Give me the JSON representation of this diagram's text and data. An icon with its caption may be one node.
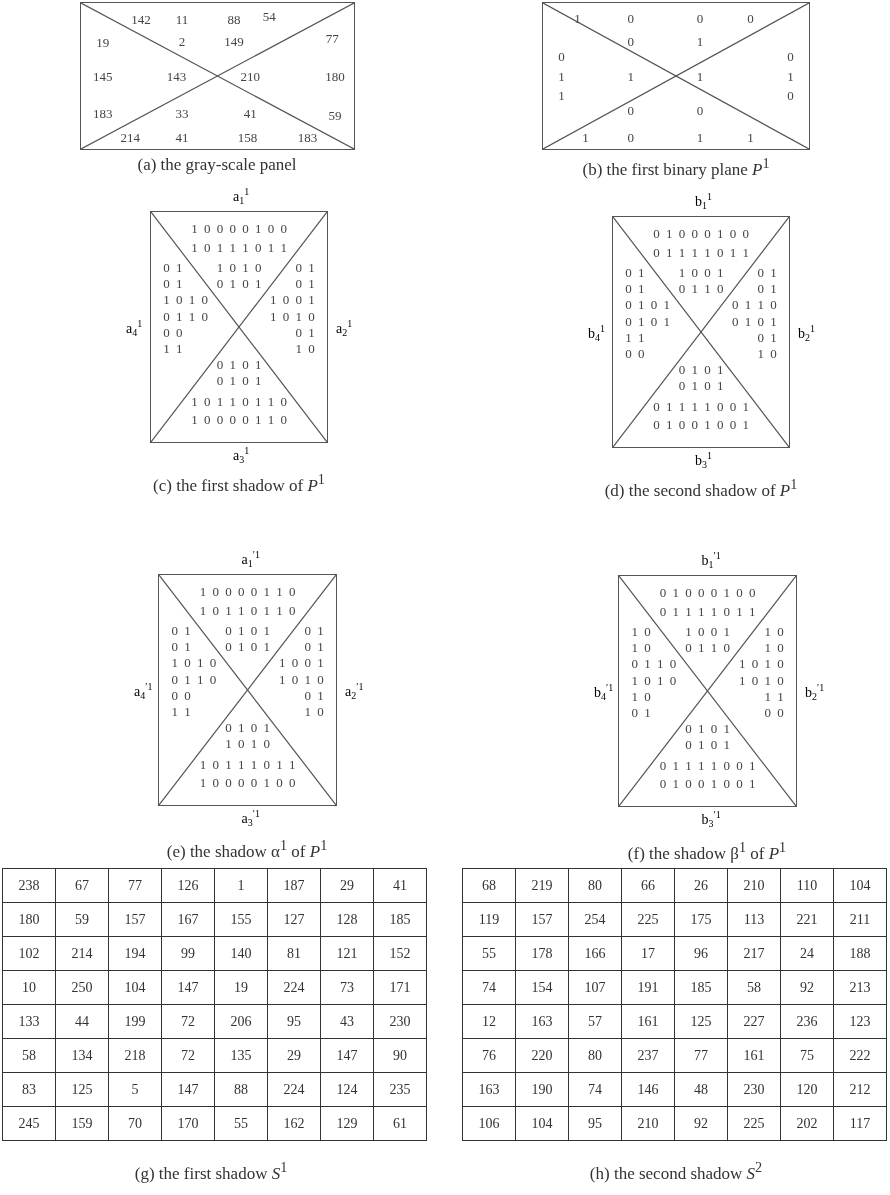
{
  "diagram": {
    "nodes": [
      {
        "text": [
          "142",
          "11",
          "88",
          "54",
          "19",
          "2",
          "149",
          "77",
          "145",
          "143",
          "210",
          "180",
          "183",
          "33",
          "41",
          "59",
          "214",
          "41",
          "158",
          "183"
        ]
      },
      {
        "text": [
          "1",
          "0",
          "0",
          "0",
          "0",
          "1",
          "0",
          "0",
          "1",
          "1",
          "1",
          "1",
          "1",
          "0",
          "0",
          "0",
          "1",
          "0",
          "1",
          "1"
        ]
      },
      {
        "text": [
          "1 0 0 0 0 1 0 0",
          "1 0 1 1 1 0 1 1",
          "1 0 1 0",
          "0 1 0 1",
          "0 1",
          "0 1",
          "0 1",
          "0 1",
          "1 0 1 0",
          "1 0 0 1",
          "0 1 1 0",
          "1 0 1 0",
          "0 0",
          "0 1",
          "1 1",
          "1 0",
          "0 1 0 1",
          "0 1 0 1",
          "1 0 1 1 0 1 1 0",
          "1 0 0 0 0 1 1 0"
        ],
        "beside": [
          "a$_{1}$$^{1}$",
          "a$_{2}$$^{1}$",
          "a$_{3}$$^{1}$",
          "a$_{4}$$^{1}$"
        ]
      },
      {
        "text": [
          "0 1 0 0 0 1 0 0",
          "0 1 1 1 1 0 1 1",
          "1 0 0 1",
          "0 1 1 0",
          "0 1",
          "0 1",
          "0 1",
          "0 1",
          "0 1 0 1",
          "0 1 1 0",
          "0 1 0 1",
          "0 1 0 1",
          "1 1",
          "0 1",
          "0 0",
          "1 0",
          "0 1 0 1",
          "0 1 0 1",
          "0 1 1 1 1 0 0 1",
          "0 1 0 0 1 0 0 1"
        ],
        "beside": [
          "b$_{1}$$^{1}$",
          "b$_{2}$$^{1}$",
          "b$_{3}$$^{1}$",
          "b$_{4}$$^{1}$"
        ]
      },
      {
        "text": [
          "1 0 0 0 0 1 1 0",
          "1 0 1 1 0 1 1 0",
          "0 1 0 1",
          "0 1 0 1",
          "0 1",
          "0 1",
          "0 1",
          "0 1",
          "1 0 1 0",
          "1 0 0 1",
          "0 1 1 0",
          "1 0 1 0",
          "0 0",
          "0 1",
          "1 1",
          "1 0",
          "0 1 0 1",
          "1 0 1 0",
          "1 0 1 1 1 0 1 1",
          "1 0 0 0 0 1 0 0"
        ],
        "beside": [
          "a$_{1}$$^{′1}$",
          "a$_{2}$$^{′1}$",
          "a$_{3}$$^{′1}$",
          "a$_{4}$$^{′1}$"
        ]
      },
      {
        "text": [
          "0 1 0 0 0 1 0 0",
          "0 1 1 1 1 0 1 1",
          "1 0 0 1",
          "0 1 1 0",
          "1 0",
          "1 0",
          "1 0",
          "1 0",
          "0 1 1 0",
          "1 0 1 0",
          "1 0 1 0",
          "1 0 1 0",
          "1 0",
          "1 1",
          "0 1",
          "0 0",
          "0 1 0 1",
          "0 1 0 1",
          "0 1 1 1 1 0 0 1",
          "0 1 0 0 1 0 0 1"
        ],
        "beside": [
          "b$_{1}$$^{′1}$",
          "b$_{2}$$^{′1}$",
          "b$_{3}$$^{′1}$",
          "b$_{4}$$^{′1}$"
        ]
      }
    ],
    "labels": [
      "(a) the gray-scale panel",
      "(b) the first binary plane *P*$^{1}$",
      "(c) the first shadow of *P*$^{1}$",
      "(d) the second shadow of *P*$^{1}$",
      "(e) the shadow α$^{1}$ of *P*$^{1}$",
      "(f) the shadow β$^{1}$ of *P*$^{1}$",
      "238",
      "67",
      "77",
      "126",
      "1",
      "187",
      "29",
      "41",
      "180",
      "59",
      "157",
      "167",
      "155",
      "127",
      "128",
      "185",
      "102",
      "214",
      "194",
      "99",
      "140",
      "81",
      "121",
      "152",
      "10",
      "250",
      "104",
      "147",
      "19",
      "224",
      "73",
      "171",
      "133",
      "44",
      "199",
      "72",
      "206",
      "95",
      "43",
      "230",
      "58",
      "134",
      "218",
      "72",
      "135",
      "29",
      "147",
      "90",
      "83",
      "125",
      "5",
      "147",
      "88",
      "224",
      "124",
      "235",
      "245",
      "159",
      "70",
      "170",
      "55",
      "162",
      "129",
      "61",
      "68",
      "219",
      "80",
      "66",
      "26",
      "210",
      "110",
      "104",
      "119",
      "157",
      "254",
      "225",
      "175",
      "113",
      "221",
      "211",
      "55",
      "178",
      "166",
      "17",
      "96",
      "217",
      "24",
      "188",
      "74",
      "154",
      "107",
      "191",
      "185",
      "58",
      "92",
      "213",
      "12",
      "163",
      "57",
      "161",
      "125",
      "227",
      "236",
      "123",
      "76",
      "220",
      "80",
      "237",
      "77",
      "161",
      "75",
      "222",
      "163",
      "190",
      "74",
      "146",
      "48",
      "230",
      "120",
      "212",
      "106",
      "104",
      "95",
      "210",
      "92",
      "225",
      "202",
      "117",
      "(g) the first shadow *S*$^{1}$",
      "(h) the second shadow *S*$^{2}$"
    ]
  }
}
